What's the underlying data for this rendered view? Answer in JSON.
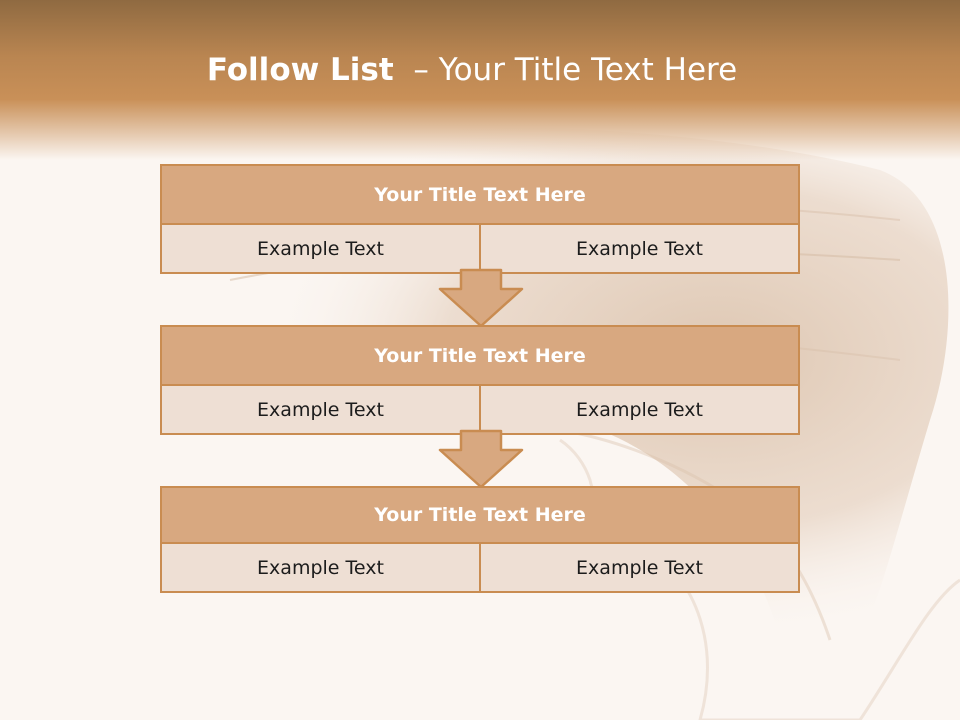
{
  "header": {
    "title_bold": "Follow List",
    "title_rest": "  – Your Title Text Here"
  },
  "colors": {
    "header_brown": "#c99058",
    "block_title_fill": "#d8a880",
    "block_body_fill": "#eedfd4",
    "border": "#c98c51",
    "background": "#fbf6f2"
  },
  "steps": [
    {
      "title": "Your Title Text Here",
      "cells": [
        "Example Text",
        "Example Text"
      ]
    },
    {
      "title": "Your Title Text Here",
      "cells": [
        "Example Text",
        "Example Text"
      ]
    },
    {
      "title": "Your Title Text Here",
      "cells": [
        "Example Text",
        "Example Text"
      ]
    }
  ],
  "connectors": [
    "down-arrow-icon",
    "down-arrow-icon"
  ]
}
